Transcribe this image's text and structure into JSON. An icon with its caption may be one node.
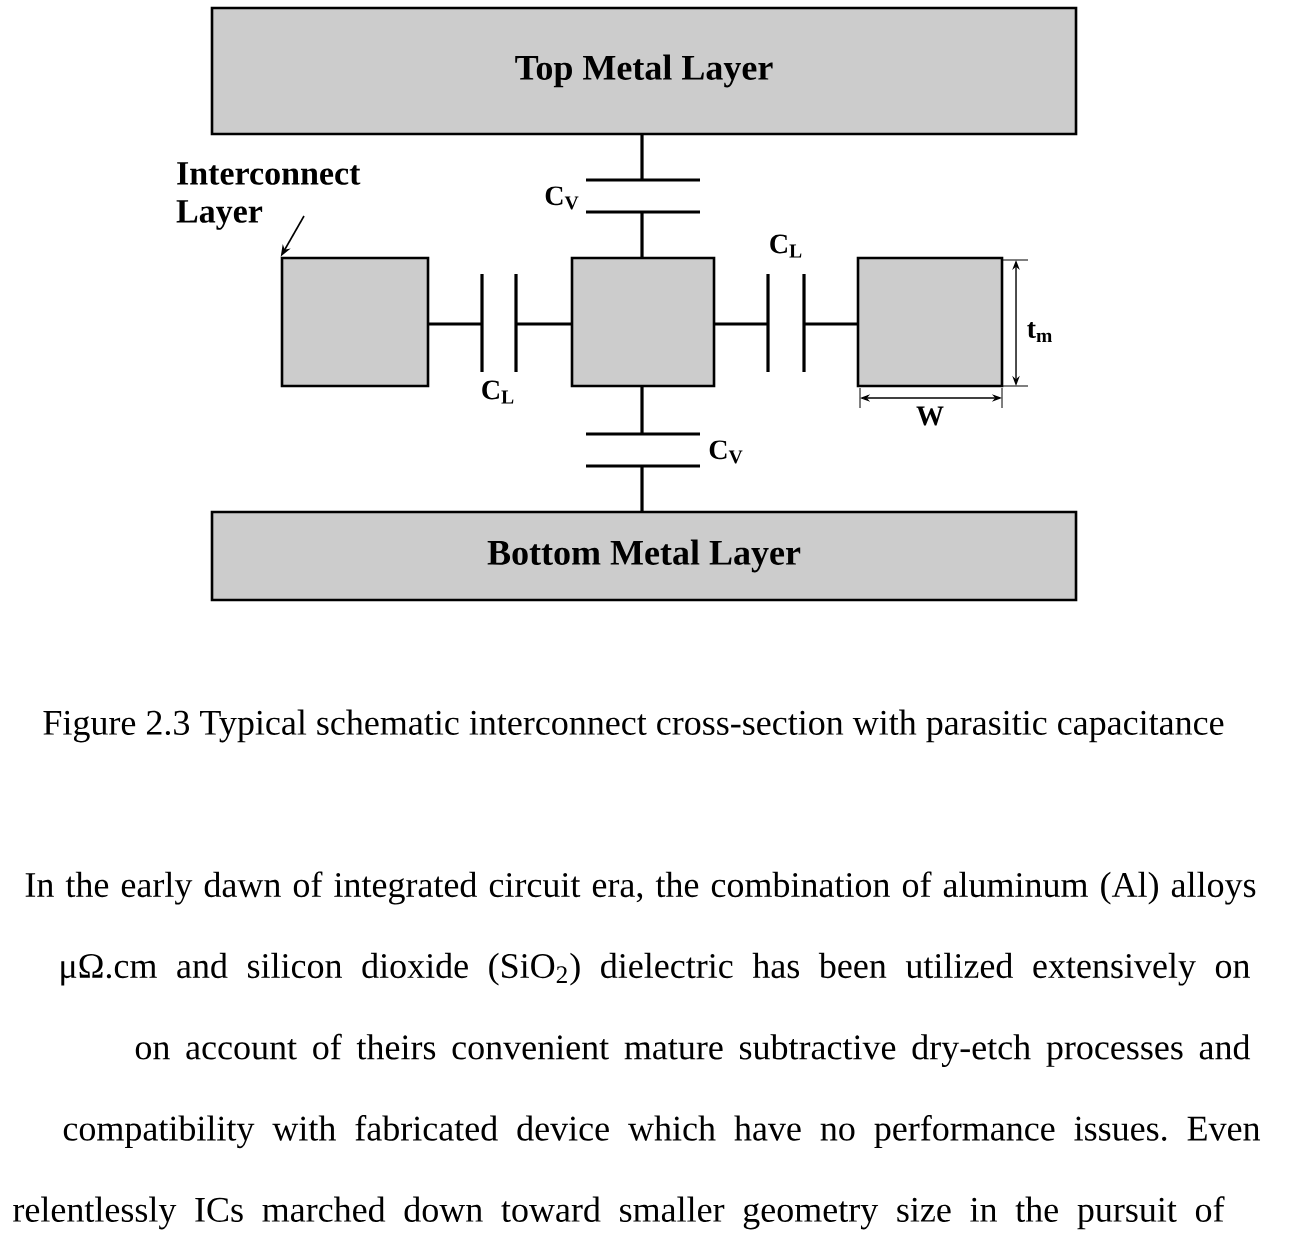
{
  "diagram": {
    "caption": "Figure 2.3 Typical schematic interconnect cross-section with parasitic capacitance",
    "nodes": [
      {
        "text": [
          "Top Metal Layer"
        ]
      },
      {
        "text": [
          "Interconnect Layer"
        ]
      },
      {
        "text": [],
        "shape": "box"
      },
      {
        "text": [],
        "shape": "box"
      },
      {
        "text": [],
        "shape": "box"
      },
      {
        "text": [
          "Bottom Metal Layer"
        ]
      }
    ],
    "edges": [
      {
        "from": 0,
        "to": 3,
        "arrow": "none",
        "label": "C$_{V}$"
      },
      {
        "from": 2,
        "to": 3,
        "arrow": "none",
        "label": "C$_{L}$"
      },
      {
        "from": 3,
        "to": 4,
        "arrow": "none",
        "label": "C$_{L}$"
      },
      {
        "from": 3,
        "to": 5,
        "arrow": "none",
        "label": "C$_{V}$"
      },
      {
        "from": 1,
        "to": 2,
        "arrow": "to"
      }
    ],
    "labels": [
      "t$_{m}$",
      "W",
      "In the early dawn of integrated circuit era, the combination of aluminum (Al) alloys",
      "μΩ.cm and silicon dioxide (SiO$_{2}$) dielectric has been utilized extensively on",
      "on account of theirs convenient mature subtractive dry-etch processes and",
      "compatibility with fabricated device which have no performance issues. Even",
      "relentlessly ICs marched down toward smaller geometry size in the pursuit of"
    ]
  }
}
